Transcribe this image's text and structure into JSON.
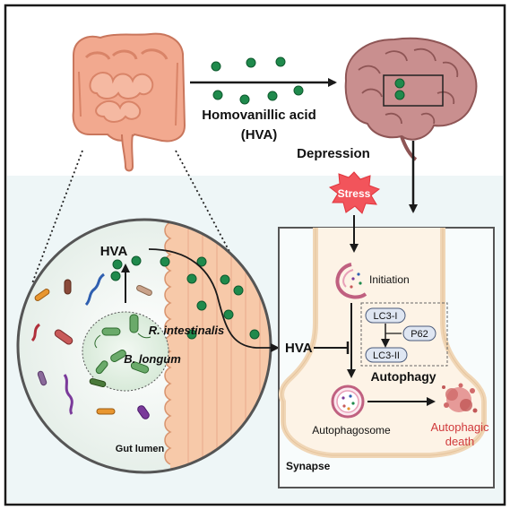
{
  "labels": {
    "compound_name": "Homovanillic acid",
    "compound_abbr": "(HVA)",
    "depression": "Depression",
    "stress": "Stress",
    "hva_gut": "HVA",
    "hva_synapse": "HVA",
    "bacterium_1": "R. intestinalis",
    "bacterium_2": "B. longum",
    "gut_lumen": "Gut lumen",
    "initiation": "Initiation",
    "lc3_1": "LC3-I",
    "p62": "P62",
    "lc3_2": "LC3-II",
    "autophagy": "Autophagy",
    "autophagosome": "Autophagosome",
    "autophagic_death_line1": "Autophagic",
    "autophagic_death_line2": "death",
    "synapse": "Synapse"
  },
  "colors": {
    "hva_dot": "#1f8a4c",
    "hva_dot_edge": "#0f5a2e",
    "intestine": "#f2a98f",
    "intestine_edge": "#c9765c",
    "brain": "#c98f8f",
    "villi": "#f7c9a9",
    "lumen_bg": "#eef5f0",
    "bottom_bg": "#eef6f7",
    "stress_star": "#f2545b",
    "death_text": "#d0393b",
    "bacteria_blob": "#e3f0e4"
  },
  "icons": [
    "intestine-icon",
    "brain-icon",
    "stress-burst-icon",
    "autophagosome-icon",
    "autophagic-death-icon",
    "bacteria-icon",
    "phagophore-icon"
  ]
}
